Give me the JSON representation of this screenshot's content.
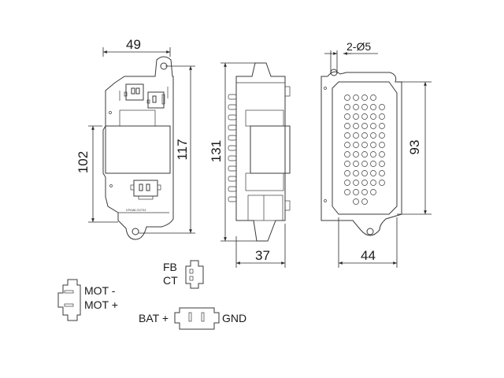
{
  "dimensions": {
    "width_top": "49",
    "height_102": "102",
    "height_117": "117",
    "height_131": "131",
    "depth": "37",
    "hole_spec": "2-Ø5",
    "height_93": "93",
    "width_44": "44"
  },
  "part_marking": "KPA88-G0704",
  "connectors": {
    "fb_label": "FB",
    "ct_label": "CT",
    "mot_minus_label": "MOT -",
    "mot_plus_label": "MOT +",
    "bat_plus_label": "BAT +",
    "gnd_label": "GND"
  },
  "colors": {
    "line": "#3a3a3a",
    "text": "#1a1a1a",
    "background": "#ffffff"
  }
}
